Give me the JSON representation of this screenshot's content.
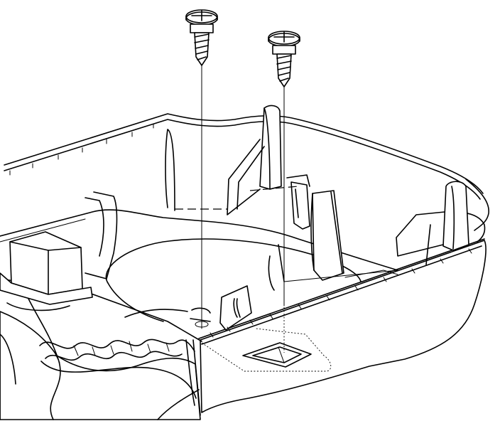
{
  "figure": {
    "kind": "line-drawing",
    "ink_color": "#000000",
    "paper_color": "#ffffff",
    "components": {
      "screws": 2,
      "housing": "console-bin",
      "fastener_icon": "screw-icon"
    }
  }
}
